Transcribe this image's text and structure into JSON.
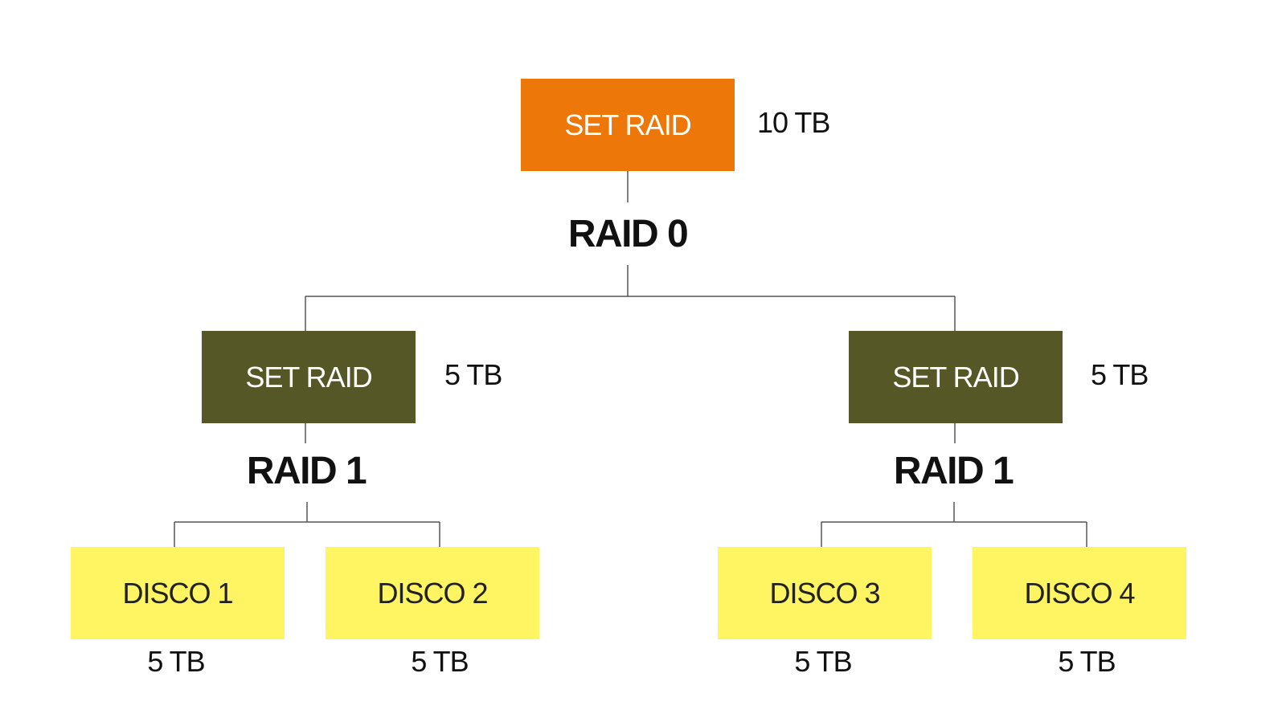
{
  "colors": {
    "top_set": "#ED7709",
    "mid_set": "#565726",
    "disk": "#FFF563",
    "connector": "#555555"
  },
  "top": {
    "box_label": "SET RAID",
    "capacity": "10 TB",
    "raid_level": "RAID 0"
  },
  "left_branch": {
    "box_label": "SET RAID",
    "capacity": "5 TB",
    "raid_level": "RAID 1",
    "disks": [
      {
        "label": "DISCO 1",
        "capacity": "5 TB"
      },
      {
        "label": "DISCO 2",
        "capacity": "5 TB"
      }
    ]
  },
  "right_branch": {
    "box_label": "SET RAID",
    "capacity": "5 TB",
    "raid_level": "RAID 1",
    "disks": [
      {
        "label": "DISCO 3",
        "capacity": "5 TB"
      },
      {
        "label": "DISCO 4",
        "capacity": "5 TB"
      }
    ]
  }
}
